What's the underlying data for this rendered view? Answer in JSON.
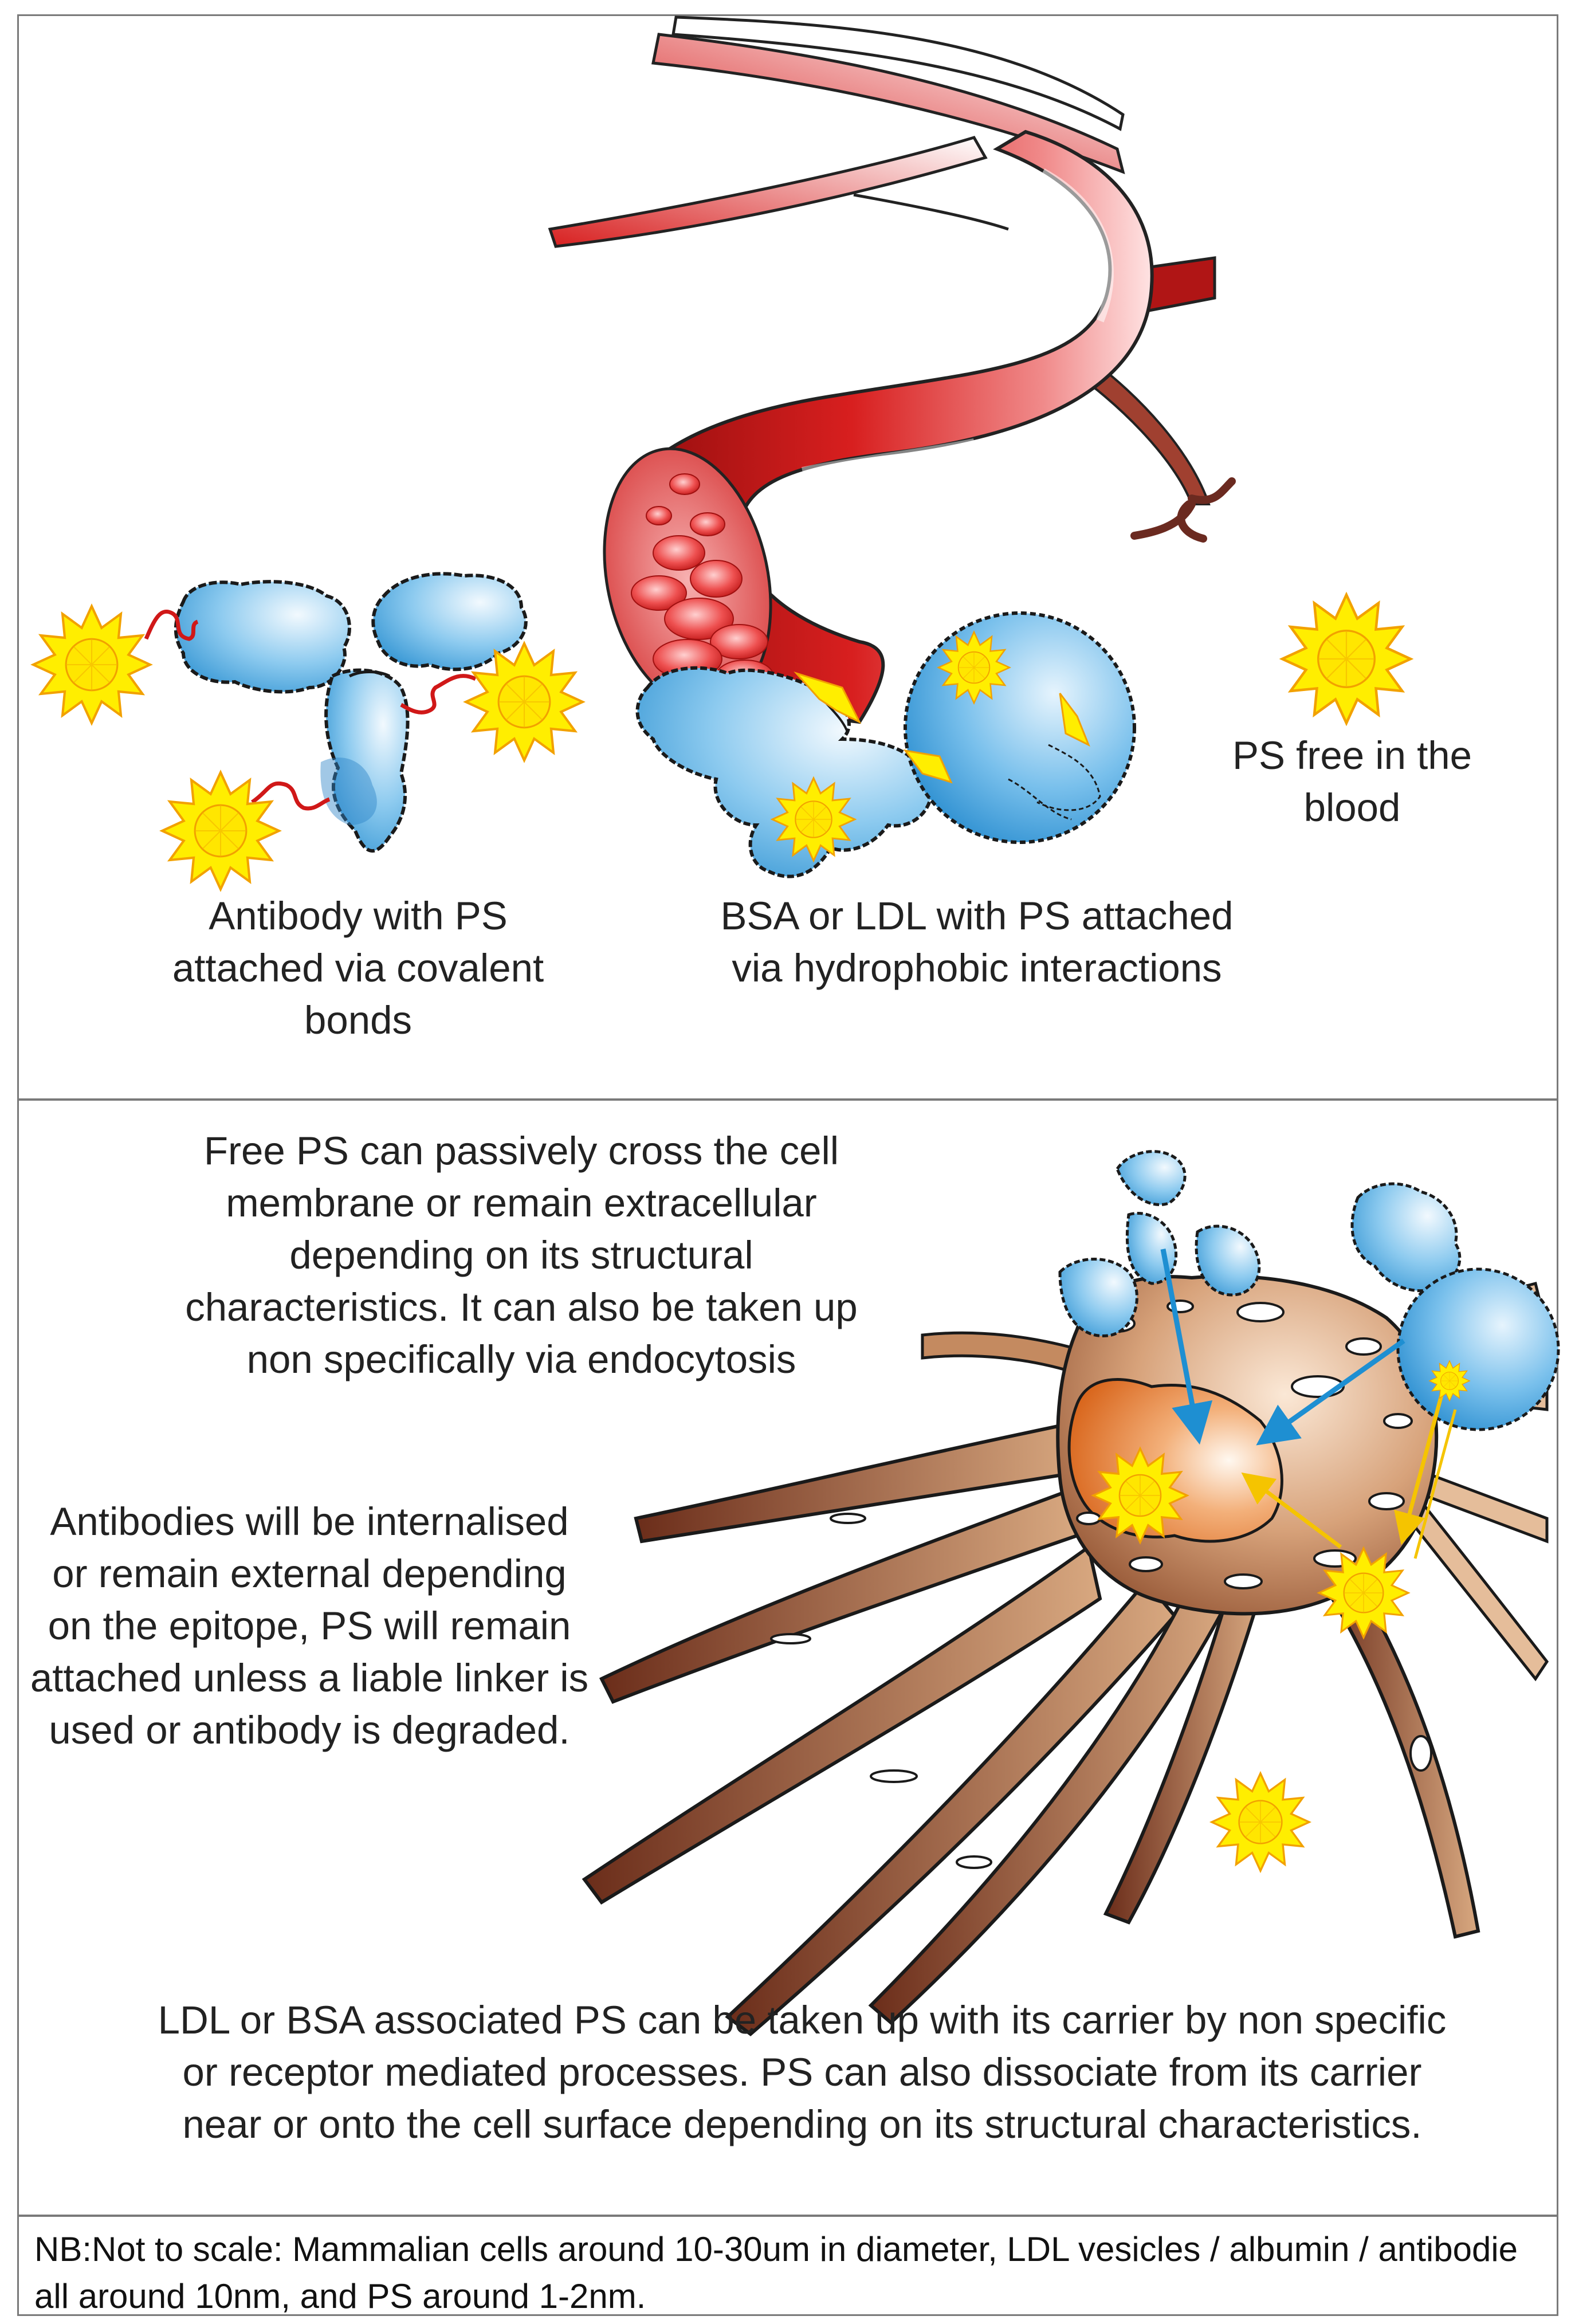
{
  "labels": {
    "antibody": "Antibody with PS attached via covalent bonds",
    "carrier": "BSA or LDL with PS attached via hydrophobic interactions",
    "free_ps": "PS free in the blood",
    "free_ps_uptake": "Free PS can passively cross the cell membrane or remain extracellular depending on its structural characteristics. It can also be taken up non specifically via endocytosis",
    "antibody_fate": "Antibodies will be internalised or remain external depending on the epitope, PS will remain attached unless a liable linker is used or antibody is degraded.",
    "carrier_fate": "LDL or BSA associated  PS can be taken up with its carrier by non specific or receptor mediated processes. PS can also dissociate from its carrier near or onto the cell surface depending on its structural characteristics."
  },
  "footnote": "NB:Not to scale: Mammalian cells around 10-30um in diameter, LDL vesicles / albumin / antibodie all around 10nm, and PS around 1-2nm.",
  "colors": {
    "ps_fill": "#ffee00",
    "ps_stroke": "#f2a100",
    "protein_blue": "#3a9fd8",
    "protein_light": "#dff0fb",
    "vessel_red": "#cc1a1a",
    "cell_brown": "#7a3b22",
    "cell_light": "#f7dcc0",
    "cell_orange": "#e07a20",
    "arrow_blue": "#1e8fd2",
    "arrow_yellow": "#f5c400"
  },
  "icons": [
    "ps-molecule-icon",
    "antibody-icon",
    "ldl-vesicle-icon",
    "albumin-icon",
    "blood-vessel-icon",
    "red-blood-cell-icon",
    "mammalian-cell-icon"
  ]
}
